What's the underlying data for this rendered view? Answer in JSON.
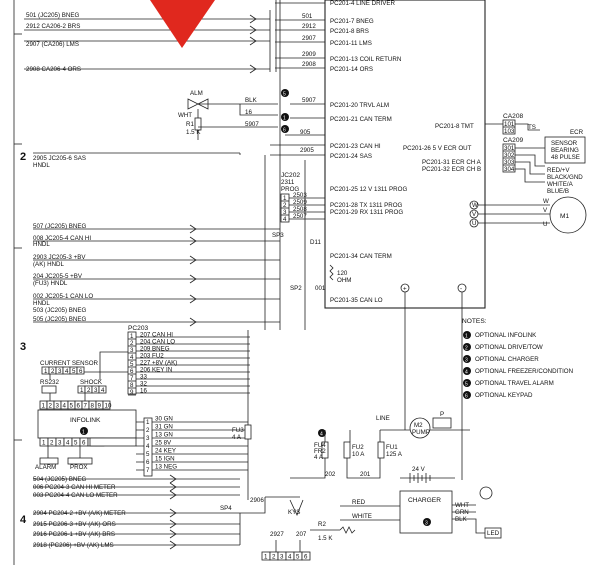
{
  "accent_color": "#e0281e",
  "arrow_icon": "red-pointer-arrow",
  "row_numbers": [
    "2",
    "3",
    "4"
  ],
  "top_wires_left": [
    "501 (JC205) BNEG",
    "2912 CA206-2 BRS",
    "2907 (CA206) LMS",
    "2908 CA206-4 ORS"
  ],
  "top_wires_right": [
    "PC201-4 LINE DRIVER",
    "PC201-7 BNEG",
    "PC201-8 BRS",
    "PC201-11 LMS",
    "PC201-13 COIL RETURN",
    "PC201-14 ORS"
  ],
  "top_wire_nums": [
    "501",
    "2912",
    "2907",
    "2909",
    "2908"
  ],
  "alarm": {
    "label": "ALM",
    "wht": "WHT",
    "blk": "BLK",
    "r1": "R1",
    "r1v": "1.5 K",
    "w16": "16",
    "w5907": "5907",
    "w5907b": "5907",
    "w905": "905",
    "w2905": "2905"
  },
  "pc201_mid": [
    "PC201-20 TRVL ALM",
    "PC201-21 CAN TERM",
    "PC201-23 CAN HI",
    "PC201-24 SAS",
    "PC201-25 12 V 1311 PROG",
    "PC201-28 TX 1311 PROG",
    "PC201-29 RX 1311 PROG",
    "PC201-34 CAN TERM",
    "PC201-35 CAN LO"
  ],
  "jc202": {
    "title": "JC202",
    "sub1": "2311",
    "sub2": "PROG",
    "pins": [
      "2503",
      "2509",
      "2508",
      "2507"
    ],
    "labels": [
      "1",
      "2",
      "3",
      "4"
    ]
  },
  "right_top": {
    "tmt": "PC201-8 TMT",
    "ca208": "CA208",
    "ts": "TS",
    "ecr": "ECR",
    "sensor": [
      "SENSOR",
      "BEARING",
      "48 PULSE"
    ],
    "ca209": "CA209",
    "ecrout": "PC201-26 5 V ECR OUT",
    "chA": "PC201-31 ECR CH A",
    "chB": "PC201-32 ECR CH B",
    "wires": [
      "RED/+V",
      "BLACK/GND",
      "WHITE/A",
      "BLUE/B"
    ],
    "pins_a": [
      "101",
      "103"
    ],
    "pins_b": [
      "301",
      "302",
      "303",
      "304"
    ]
  },
  "motor": {
    "label": "M1",
    "phases": [
      "W",
      "V",
      "U"
    ]
  },
  "left_wires": [
    "2905 JC205-6 SAS",
    "HNDL",
    "507 (JC205) BNEG",
    "008 JC205-4 CAN HI",
    "HNDL",
    "2903 JC205-3 +BV",
    "(AK) HNDL",
    "204 JC205-5 +BV",
    "(FU3) HNDL",
    "002 JC205-1 CAN LO",
    "HNDL",
    "503 (JC205) BNEG",
    "505 (JC205) BNEG"
  ],
  "mid_labels": {
    "sp3": "SP3",
    "sp2": "SP2",
    "d11": "D11",
    "ohm": "120",
    "ohmu": "OHM",
    "w001": "001",
    "sp4": "SP4",
    "w2906": "2906"
  },
  "notes": {
    "title": "NOTES:",
    "items": [
      "OPTIONAL INFOLINK",
      "OPTIONAL DRIVE/TOW",
      "OPTIONAL CHARGER",
      "OPTIONAL FREEZER/CONDITION",
      "OPTIONAL TRAVEL ALARM",
      "OPTIONAL KEYPAD"
    ]
  },
  "pc203": {
    "title": "PC203",
    "rows": [
      "207 CAN HI",
      "204 CAN LO",
      "209 BNEG",
      "203 FU2",
      "227 +8V (AK)",
      "206 KEY IN",
      "33",
      "32",
      "16"
    ],
    "pins": [
      "1",
      "2",
      "3",
      "4",
      "5",
      "6",
      "7",
      "8",
      "9"
    ]
  },
  "infolink": {
    "current_sensor": "CURRENT SENSOR",
    "cs_pins": [
      "1",
      "2",
      "3",
      "4",
      "5",
      "6"
    ],
    "rs232": "RS232",
    "shock": "SHOCK",
    "shock_pins": [
      "1",
      "2",
      "3",
      "4"
    ],
    "label": "INFOLINK",
    "top_pins": [
      "1",
      "2",
      "3",
      "4",
      "5",
      "6",
      "7",
      "8",
      "9",
      "10"
    ],
    "bot_pins": [
      "1",
      "2",
      "3",
      "4",
      "5",
      "6",
      "7",
      "8"
    ],
    "alarm": "ALARM",
    "prox": "PROX",
    "right_wires": [
      "30 GN",
      "31 GN",
      "13 GN",
      "25 8V",
      "24 KEY",
      "15 IGN",
      "13 NEG"
    ],
    "pins_r": [
      "1",
      "2",
      "3",
      "4",
      "5",
      "6",
      "7",
      "8",
      "9"
    ]
  },
  "bottom_left": [
    "504 (JC205) BNEG",
    "006 PC204-3 CAN HI METER",
    "003 PC204-4 CAN LO METER",
    "2904 PC204-2 +BV (A/K) METER",
    "2915 PC206-3 +BV (AK) ORS",
    "2916 PC206-1 +BV (AK) BRS",
    "2918 (PC206) +BV (AK) LMS"
  ],
  "power": {
    "fu3": "FU3",
    "fu3v": "4 A",
    "fu4": "FU4",
    "fr2": "FR2",
    "fu4v": "4 A",
    "fu2": "FU2",
    "fu2v": "10 A",
    "fu1": "FU1",
    "fu1v": "125 A",
    "line": "LINE",
    "m2": "M2",
    "pump": "PUMP",
    "p": "P",
    "w202": "202",
    "w201": "201",
    "battery": "24 V",
    "charger": "CHARGER",
    "red": "RED",
    "white": "WHITE",
    "kys": "KYS",
    "w2927": "2927",
    "w207": "207",
    "r2": "R2",
    "r2v": "1.5 K",
    "wht": "WHT",
    "grn": "GRN",
    "blk": "BLK",
    "led": "LED",
    "key_pins": [
      "1",
      "2",
      "3",
      "4",
      "5",
      "6"
    ]
  },
  "circle_marks": [
    "1",
    "2",
    "3",
    "4",
    "5",
    "6"
  ]
}
